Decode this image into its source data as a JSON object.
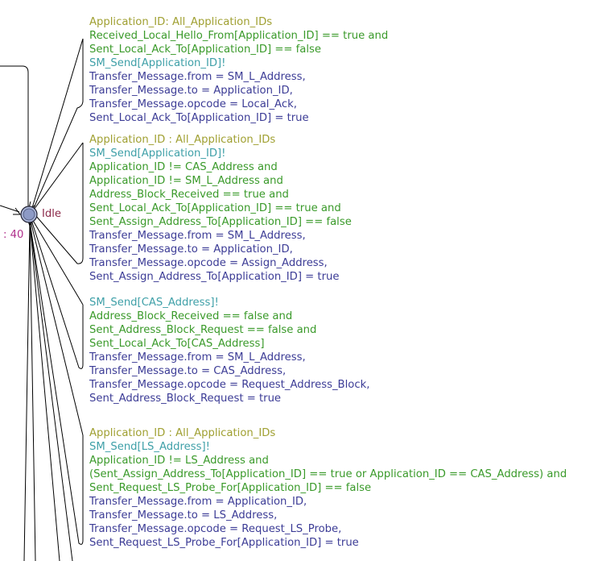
{
  "location": {
    "name": "Idle",
    "invariant_fragment": ": 40"
  },
  "edges": [
    {
      "select": "Application_ID: All_Application_IDs",
      "sync": "",
      "guards": [
        "Received_Local_Hello_From[Application_ID] == true and",
        "Sent_Local_Ack_To[Application_ID] == false"
      ],
      "sync_after": "SM_Send[Application_ID]!",
      "assignments": [
        "Transfer_Message.from = SM_L_Address,",
        "Transfer_Message.to = Application_ID,",
        "Transfer_Message.opcode = Local_Ack,",
        "Sent_Local_Ack_To[Application_ID] = true"
      ]
    },
    {
      "select": "Application_ID : All_Application_IDs",
      "sync": "SM_Send[Application_ID]!",
      "guards": [
        "Application_ID != CAS_Address and",
        "Application_ID != SM_L_Address and",
        "Address_Block_Received == true and",
        "Sent_Local_Ack_To[Application_ID] == true and",
        "Sent_Assign_Address_To[Application_ID] == false"
      ],
      "sync_after": "",
      "assignments": [
        "Transfer_Message.from = SM_L_Address,",
        "Transfer_Message.to = Application_ID,",
        "Transfer_Message.opcode = Assign_Address,",
        "Sent_Assign_Address_To[Application_ID] = true"
      ]
    },
    {
      "select": "",
      "sync": "SM_Send[CAS_Address]!",
      "guards": [
        "Address_Block_Received == false and",
        "Sent_Address_Block_Request == false and",
        "Sent_Local_Ack_To[CAS_Address]"
      ],
      "sync_after": "",
      "assignments": [
        "Transfer_Message.from = SM_L_Address,",
        "Transfer_Message.to = CAS_Address,",
        "Transfer_Message.opcode = Request_Address_Block,",
        "Sent_Address_Block_Request = true"
      ]
    },
    {
      "select": "Application_ID : All_Application_IDs",
      "sync": "SM_Send[LS_Address]!",
      "guards": [
        "Application_ID != LS_Address and",
        "(Sent_Assign_Address_To[Application_ID] == true or Application_ID == CAS_Address) and",
        "Sent_Request_LS_Probe_For[Application_ID] == false"
      ],
      "sync_after": "",
      "assignments": [
        "Transfer_Message.from = Application_ID,",
        "Transfer_Message.to = LS_Address,",
        "Transfer_Message.opcode = Request_LS_Probe,",
        "Sent_Request_LS_Probe_For[Application_ID] = true"
      ]
    }
  ],
  "colors": {
    "select": "#a0a032",
    "sync": "#3fa0a8",
    "guard": "#3a9a2a",
    "assign": "#3c3c96",
    "location_name": "#8c2a4a",
    "invariant": "#b0308c"
  }
}
